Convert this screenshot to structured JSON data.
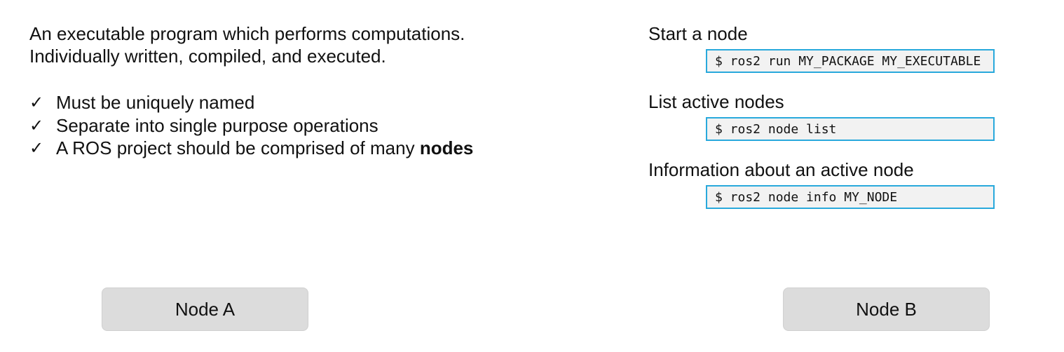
{
  "description": {
    "line1": "An executable program which performs computations.",
    "line2": "Individually written, compiled, and executed."
  },
  "checklist": {
    "icon": "checkmark-icon",
    "items": [
      {
        "text": "Must be uniquely named",
        "bold": ""
      },
      {
        "text": "Separate into single purpose operations",
        "bold": ""
      },
      {
        "text": "A ROS project should be comprised of many ",
        "bold": "nodes"
      }
    ]
  },
  "commands": [
    {
      "heading": "Start a node",
      "command": "$ ros2 run MY_PACKAGE MY_EXECUTABLE"
    },
    {
      "heading": "List active nodes",
      "command": "$ ros2 node list"
    },
    {
      "heading": "Information about an active node",
      "command": "$ ros2 node info MY_NODE"
    }
  ],
  "nodes": {
    "node_a": "Node A",
    "node_b": "Node B"
  },
  "colors": {
    "command_border": "#29a9dc",
    "command_background": "#f2f2f2",
    "node_background": "#dcdcdc"
  }
}
